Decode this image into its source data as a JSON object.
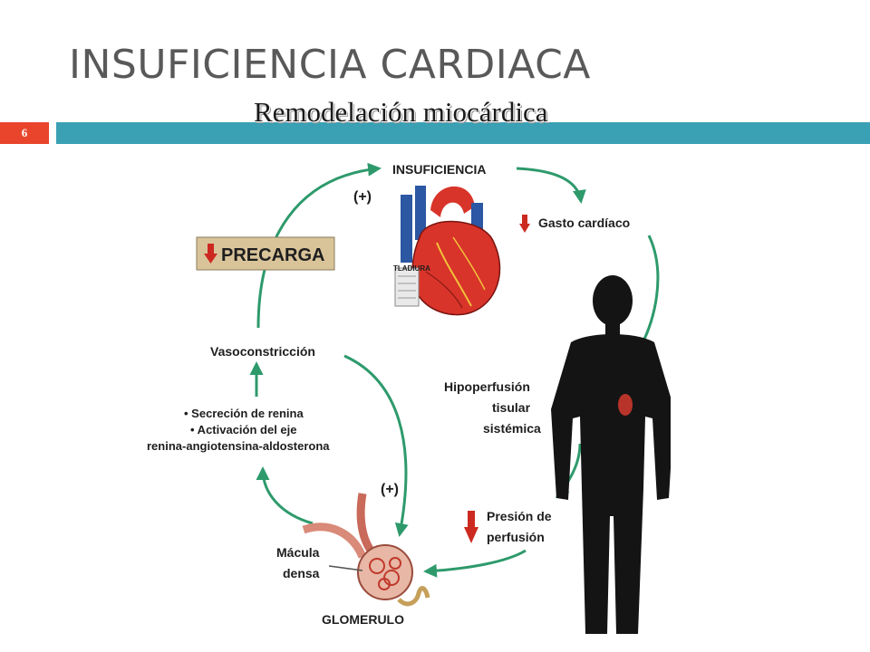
{
  "slide": {
    "title": "INSUFICIENCIA CARDIACA",
    "subtitle": "Remodelación miocárdica",
    "number": "6"
  },
  "diagram": {
    "insuficiencia": "INSUFICIENCIA",
    "plus_top": "(+)",
    "gasto_cardiaco": "Gasto cardíaco",
    "precarga": "PRECARGA",
    "heart_label": "TLADIURA",
    "vasoconstriccion": "Vasoconstricción",
    "renina_lines": [
      "• Secreción de renina",
      "• Activación del eje",
      "renina-angiotensina-aldosterona"
    ],
    "hipoperfusion_lines": [
      "Hipoperfusión",
      "tisular",
      "sistémica"
    ],
    "plus_bottom": "(+)",
    "presion_lines": [
      "Presión de",
      "perfusión"
    ],
    "macula_lines": [
      "Mácula",
      "densa"
    ],
    "glomerulo": "GLOMERULO"
  },
  "colors": {
    "title_rule": "#3aa0b4",
    "slide_number_bg": "#e8452c",
    "arrow_green": "#2e9a6c",
    "down_arrow_red": "#cc2a20",
    "precarga_box": "#d9c49a"
  }
}
